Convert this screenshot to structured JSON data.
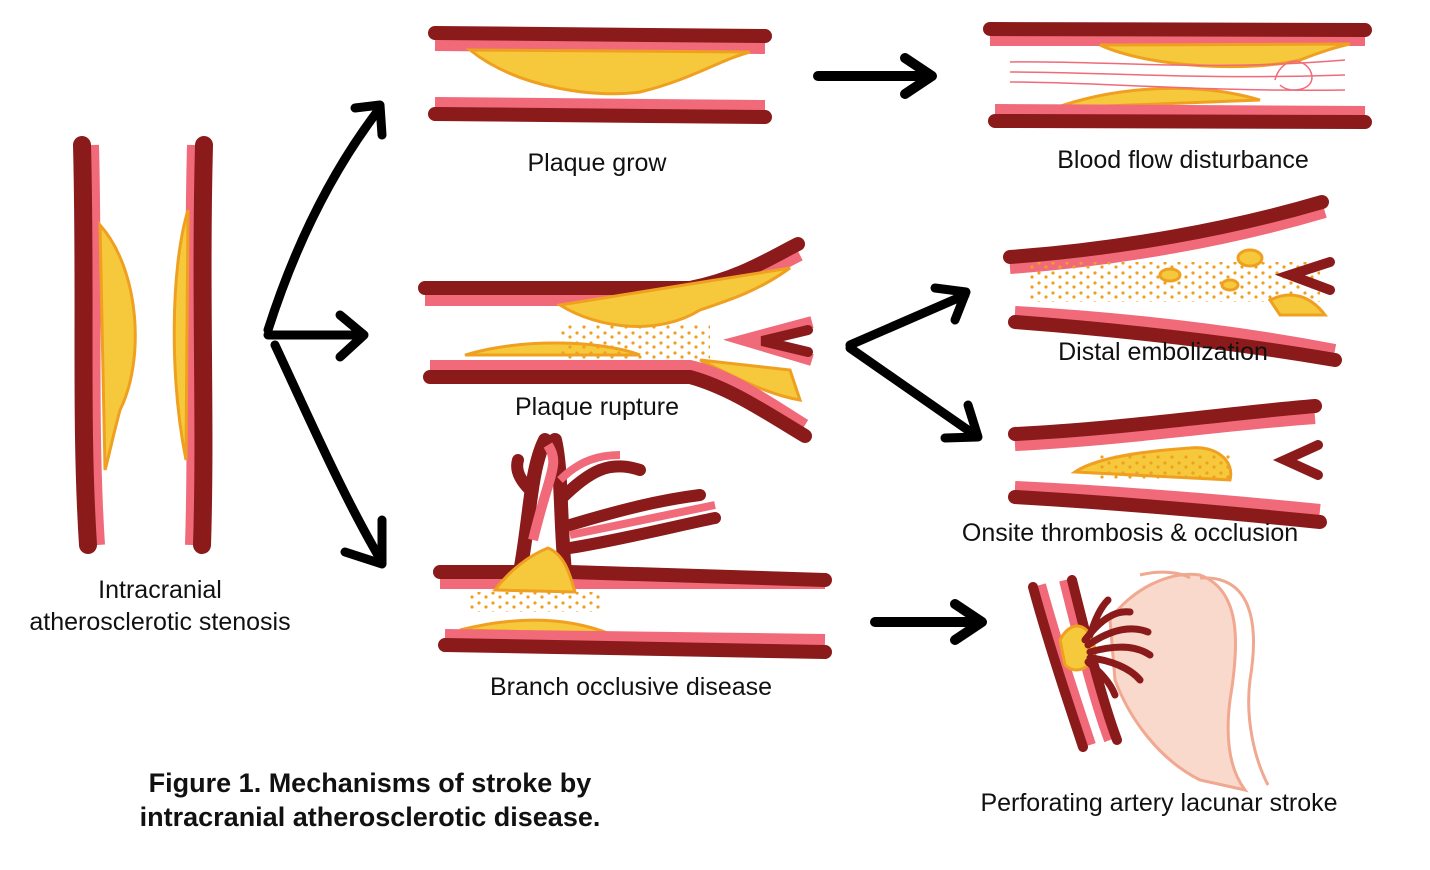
{
  "labels": {
    "stenosis_line1": "Intracranial",
    "stenosis_line2": "atherosclerotic stenosis",
    "plaque_grow": "Plaque grow",
    "blood_flow": "Blood flow disturbance",
    "plaque_rupture": "Plaque rupture",
    "distal_embolization": "Distal embolization",
    "onsite_thrombosis": "Onsite thrombosis & occlusion",
    "branch_occlusive": "Branch occlusive disease",
    "lacunar_stroke": "Perforating artery lacunar stroke"
  },
  "caption": {
    "line1": "Figure 1. Mechanisms of stroke by",
    "line2": "intracranial atherosclerotic disease."
  },
  "colors": {
    "wall": "#8B1A1A",
    "intima": "#F06A7A",
    "plaque": "#F6C83B",
    "plaque_edge": "#F0A020",
    "arrow": "#000000",
    "tissue": "#F9D9CC",
    "tissue_edge": "#F0A890"
  }
}
